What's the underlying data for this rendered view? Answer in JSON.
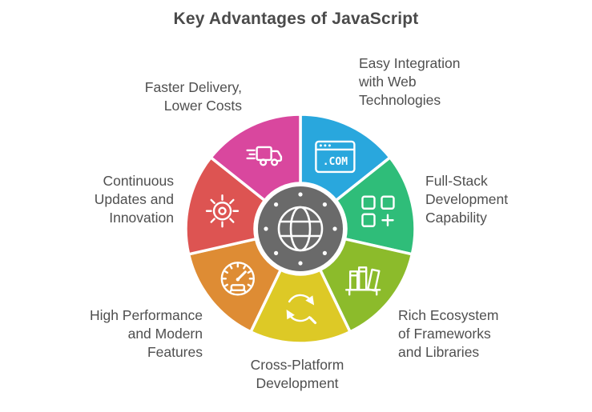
{
  "title": "Key Advantages of JavaScript",
  "diagram": {
    "type": "circular-wheel-infographic",
    "segment_count": 7,
    "equal_segments": true,
    "text_color": "#4f4f4f",
    "center": {
      "icon": "globe-icon",
      "color": "#6a6a6a",
      "border_color": "#ffffff"
    },
    "segments": [
      {
        "id": "easy-integration",
        "label": "Easy Integration\nwith Web\nTechnologies",
        "color": "#29a7dd",
        "icon": "browser-com-icon",
        "icon_text": ".COM"
      },
      {
        "id": "full-stack",
        "label": "Full-Stack\nDevelopment\nCapability",
        "color": "#2fbd79",
        "icon": "modules-plus-icon"
      },
      {
        "id": "rich-ecosystem",
        "label": "Rich Ecosystem\nof Frameworks\nand Libraries",
        "color": "#8cbb2b",
        "icon": "library-books-icon"
      },
      {
        "id": "cross-platform",
        "label": "Cross-Platform\nDevelopment",
        "color": "#ddc926",
        "icon": "sync-arrows-icon"
      },
      {
        "id": "high-performance",
        "label": "High Performance\nand Modern\nFeatures",
        "color": "#de8c34",
        "icon": "speedometer-icon"
      },
      {
        "id": "continuous-updates",
        "label": "Continuous\nUpdates and\nInnovation",
        "color": "#dd5452",
        "icon": "gear-icon"
      },
      {
        "id": "faster-delivery",
        "label": "Faster Delivery,\nLower Costs",
        "color": "#d9479e",
        "icon": "delivery-truck-icon"
      }
    ]
  }
}
